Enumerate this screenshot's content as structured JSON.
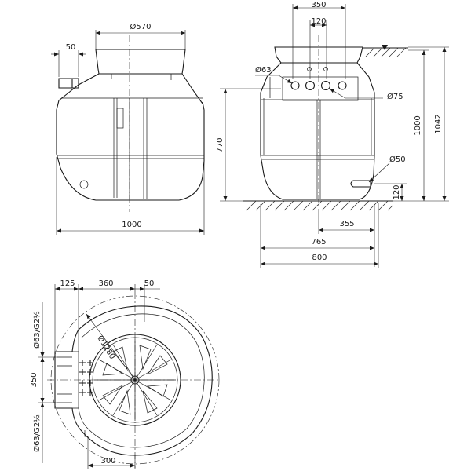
{
  "front_view": {
    "dims": {
      "lid_diameter": "Ø570",
      "inlet_offset": "50",
      "overall_width": "1000"
    }
  },
  "side_view": {
    "dims": {
      "width_350": "350",
      "width_120": "120",
      "pipe_63": "Ø63",
      "pipe_75": "Ø75",
      "pipe_50": "Ø50",
      "height_770": "770",
      "height_1000": "1000",
      "height_1042": "1042",
      "height_120": "120",
      "width_355": "355",
      "width_765": "765",
      "width_800": "800"
    }
  },
  "top_view": {
    "dims": {
      "width_125": "125",
      "width_360": "360",
      "width_50": "50",
      "diameter_1280": "Ø1280",
      "pipe_top": "Ø63/G2½",
      "height_350": "350",
      "pipe_bottom": "Ø63/G2½",
      "width_300": "300"
    }
  }
}
